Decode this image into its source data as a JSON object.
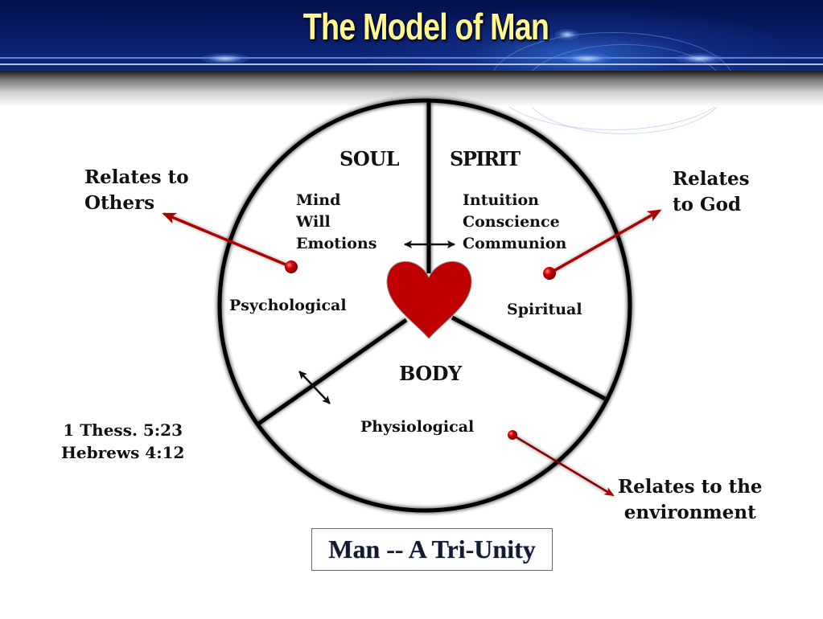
{
  "slide": {
    "title": "The Model of Man",
    "caption": "Man -- A Tri-Unity",
    "colors": {
      "title_text": "#fff78f",
      "header_bg": "#0a1d6a",
      "heart": "#c00000",
      "arrow": "#b00000"
    }
  },
  "diagram": {
    "center_icon": "heart-icon",
    "sections": [
      {
        "name": "SOUL",
        "items": [
          "Mind",
          "Will",
          "Emotions"
        ],
        "aspect": "Psychological",
        "relation": "Relates to Others"
      },
      {
        "name": "SPIRIT",
        "items": [
          "Intuition",
          "Conscience",
          "Communion"
        ],
        "aspect": "Spiritual",
        "relation": "Relates to God"
      },
      {
        "name": "BODY",
        "items": [],
        "aspect": "Physiological",
        "relation": "Relates to the environment"
      }
    ],
    "relation_labels": {
      "others_line1": "Relates to",
      "others_line2": "Others",
      "god_line1": "Relates",
      "god_line2": "to God",
      "env_line1": "Relates to the",
      "env_line2": "environment"
    }
  },
  "references": [
    "1 Thess. 5:23",
    "Hebrews 4:12"
  ]
}
